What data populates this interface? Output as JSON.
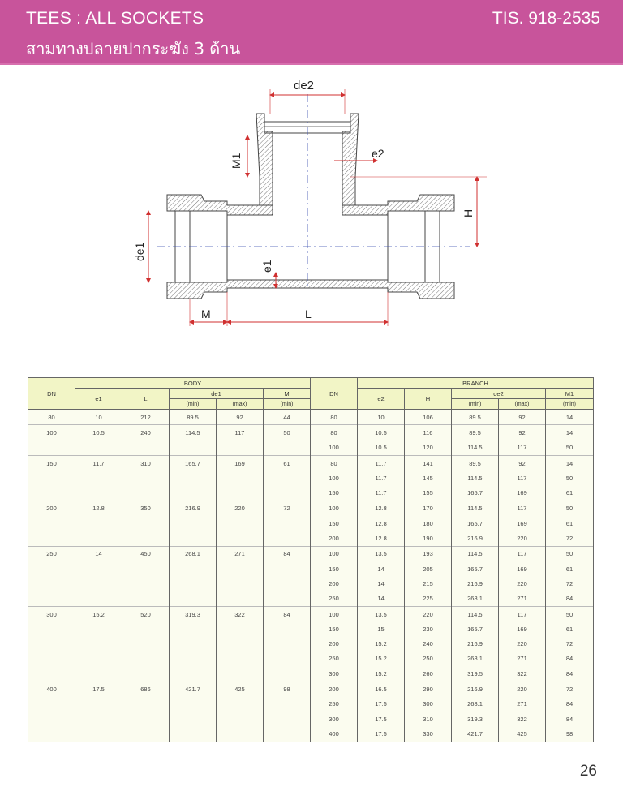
{
  "header": {
    "title": "TEES : ALL SOCKETS",
    "standard": "TIS. 918-2535",
    "subtitle": "สามทางปลายปากระฆัง 3 ด้าน"
  },
  "drawing_labels": {
    "de2": "de2",
    "m1": "M1",
    "e2": "e2",
    "h": "H",
    "de1": "de1",
    "e1": "e1",
    "m": "M",
    "l": "L"
  },
  "table": {
    "headers": {
      "dn": "DN",
      "body": "BODY",
      "branch": "BRANCH",
      "e1": "e1",
      "l": "L",
      "de1": "de1",
      "m": "M",
      "dn2": "DN",
      "e2": "e2",
      "h": "H",
      "de2": "de2",
      "m1": "M1",
      "min": "(min)",
      "max": "(max)"
    },
    "rows": [
      [
        "80",
        "10",
        "212",
        "89.5",
        "92",
        "44",
        "80",
        "10",
        "106",
        "89.5",
        "92",
        "14"
      ],
      [
        "100",
        "10.5",
        "240",
        "114.5",
        "117",
        "50",
        "80",
        "10.5",
        "116",
        "89.5",
        "92",
        "14"
      ],
      [
        "",
        "",
        "",
        "",
        "",
        "",
        "100",
        "10.5",
        "120",
        "114.5",
        "117",
        "50"
      ],
      [
        "150",
        "11.7",
        "310",
        "165.7",
        "169",
        "61",
        "80",
        "11.7",
        "141",
        "89.5",
        "92",
        "14"
      ],
      [
        "",
        "",
        "",
        "",
        "",
        "",
        "100",
        "11.7",
        "145",
        "114.5",
        "117",
        "50"
      ],
      [
        "",
        "",
        "",
        "",
        "",
        "",
        "150",
        "11.7",
        "155",
        "165.7",
        "169",
        "61"
      ],
      [
        "200",
        "12.8",
        "350",
        "216.9",
        "220",
        "72",
        "100",
        "12.8",
        "170",
        "114.5",
        "117",
        "50"
      ],
      [
        "",
        "",
        "",
        "",
        "",
        "",
        "150",
        "12.8",
        "180",
        "165.7",
        "169",
        "61"
      ],
      [
        "",
        "",
        "",
        "",
        "",
        "",
        "200",
        "12.8",
        "190",
        "216.9",
        "220",
        "72"
      ],
      [
        "250",
        "14",
        "450",
        "268.1",
        "271",
        "84",
        "100",
        "13.5",
        "193",
        "114.5",
        "117",
        "50"
      ],
      [
        "",
        "",
        "",
        "",
        "",
        "",
        "150",
        "14",
        "205",
        "165.7",
        "169",
        "61"
      ],
      [
        "",
        "",
        "",
        "",
        "",
        "",
        "200",
        "14",
        "215",
        "216.9",
        "220",
        "72"
      ],
      [
        "",
        "",
        "",
        "",
        "",
        "",
        "250",
        "14",
        "225",
        "268.1",
        "271",
        "84"
      ],
      [
        "300",
        "15.2",
        "520",
        "319.3",
        "322",
        "84",
        "100",
        "13.5",
        "220",
        "114.5",
        "117",
        "50"
      ],
      [
        "",
        "",
        "",
        "",
        "",
        "",
        "150",
        "15",
        "230",
        "165.7",
        "169",
        "61"
      ],
      [
        "",
        "",
        "",
        "",
        "",
        "",
        "200",
        "15.2",
        "240",
        "216.9",
        "220",
        "72"
      ],
      [
        "",
        "",
        "",
        "",
        "",
        "",
        "250",
        "15.2",
        "250",
        "268.1",
        "271",
        "84"
      ],
      [
        "",
        "",
        "",
        "",
        "",
        "",
        "300",
        "15.2",
        "260",
        "319.5",
        "322",
        "84"
      ],
      [
        "400",
        "17.5",
        "686",
        "421.7",
        "425",
        "98",
        "200",
        "16.5",
        "290",
        "216.9",
        "220",
        "72"
      ],
      [
        "",
        "",
        "",
        "",
        "",
        "",
        "250",
        "17.5",
        "300",
        "268.1",
        "271",
        "84"
      ],
      [
        "",
        "",
        "",
        "",
        "",
        "",
        "300",
        "17.5",
        "310",
        "319.3",
        "322",
        "84"
      ],
      [
        "",
        "",
        "",
        "",
        "",
        "",
        "400",
        "17.5",
        "330",
        "421.7",
        "425",
        "98"
      ]
    ]
  },
  "page_number": "26"
}
